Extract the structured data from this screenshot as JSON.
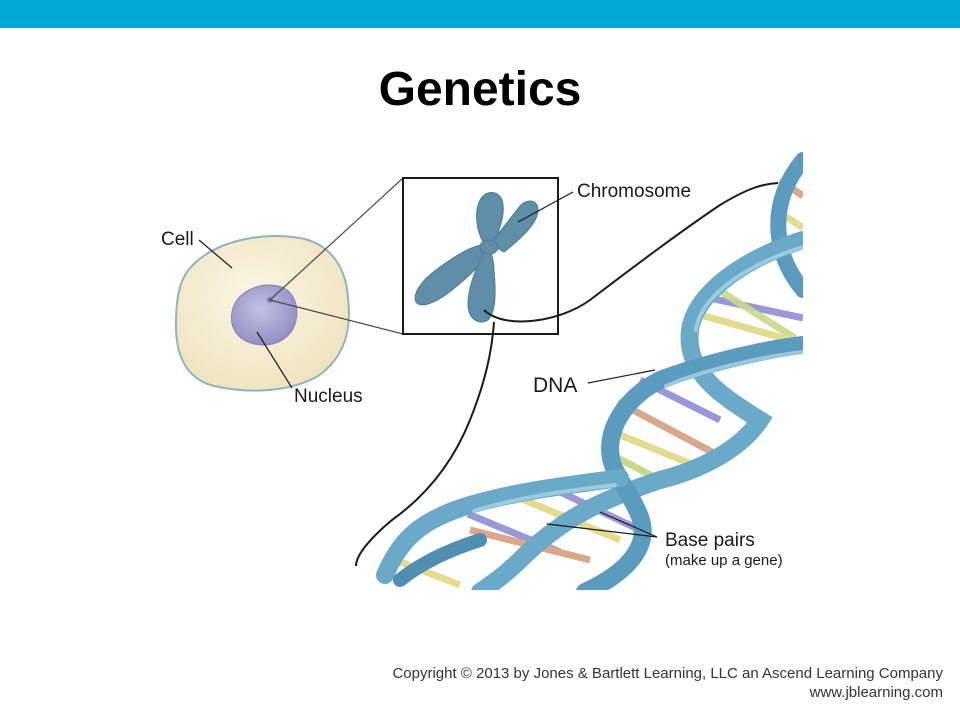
{
  "slide": {
    "title": "Genetics",
    "accent_color": "#00a9d8"
  },
  "diagram": {
    "labels": {
      "cell": "Cell",
      "nucleus": "Nucleus",
      "chromosome": "Chromosome",
      "dna": "DNA",
      "base_pairs": "Base pairs",
      "base_pairs_note": "(make up a gene)"
    },
    "colors": {
      "cell_fill": "#f4ecd0",
      "cell_stroke": "#8fb4c4",
      "nucleus_fill": "#a9a6d0",
      "chromosome": "#5f8fa8",
      "helix": "#6aa9c8",
      "base_pair_colors": [
        "#c9d98a",
        "#9a98d6",
        "#d9a88a",
        "#e3dc8e"
      ]
    }
  },
  "footer": {
    "copyright": "Copyright © 2013 by Jones & Bartlett Learning, LLC an Ascend Learning Company",
    "website": "www.jblearning.com"
  }
}
